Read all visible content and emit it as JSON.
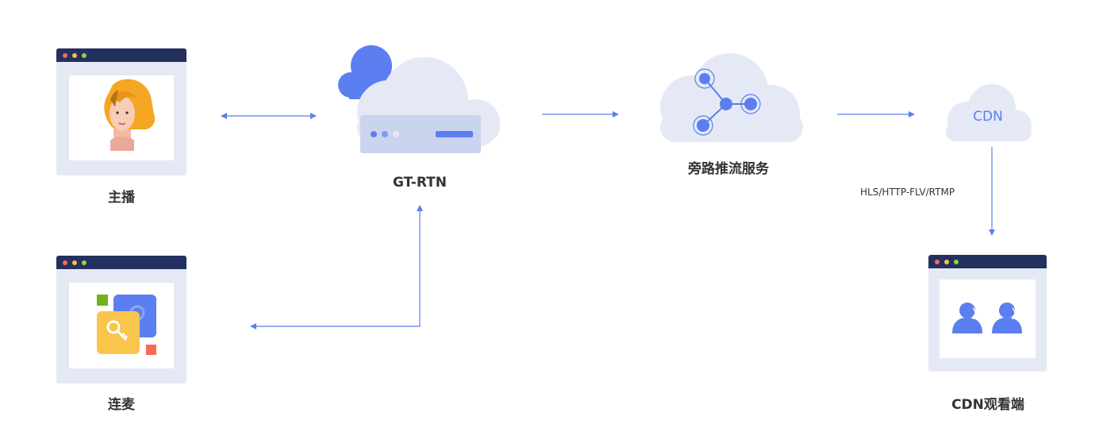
{
  "nodes": {
    "host": {
      "label": "主播"
    },
    "cohost": {
      "label": "连麦"
    },
    "rtn": {
      "label": "GT-RTN"
    },
    "bypass": {
      "label": "旁路推流服务"
    },
    "cdn": {
      "label": "CDN",
      "cloud_text": "CDN"
    },
    "viewer": {
      "label": "CDN观看端"
    }
  },
  "edges": {
    "cdn_to_viewer": {
      "label": "HLS/HTTP-FLV/RTMP"
    }
  },
  "colors": {
    "accent": "#5b7ff1",
    "cloud": "#e4e9f5",
    "window_bar": "#233060",
    "window_body": "#e5e9f5",
    "dot_red": "#f26d5b",
    "dot_yellow": "#f5c342",
    "dot_green": "#93d13f",
    "key_yellow": "#f9c54a",
    "hair": "#f5a623"
  },
  "icons": [
    "avatar-icon",
    "key-icon",
    "server-icon",
    "network-icon",
    "users-icon"
  ]
}
